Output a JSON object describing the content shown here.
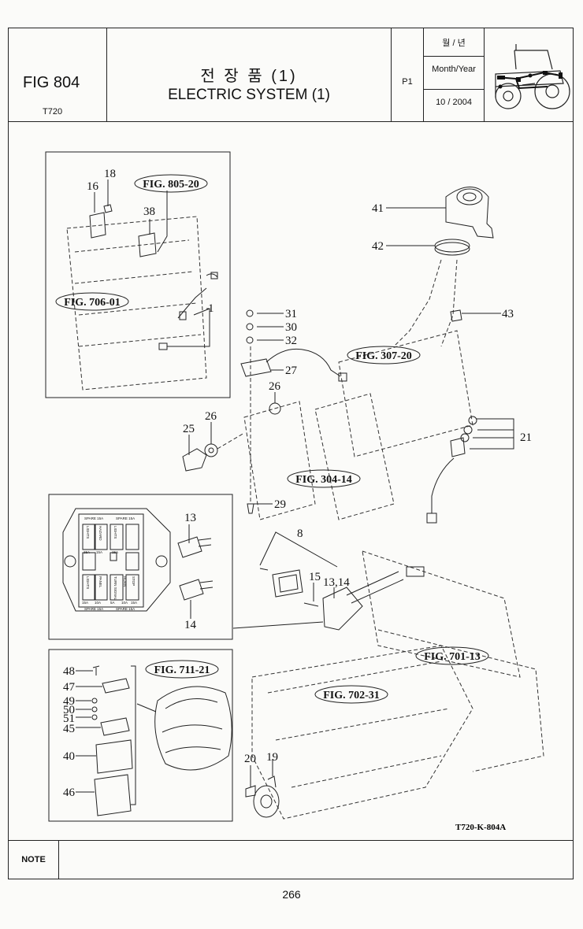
{
  "header": {
    "fig_id": "FIG 804",
    "model": "T720",
    "title_ko": "전 장 품 (1)",
    "title_en": "ELECTRIC SYSTEM (1)",
    "page_label": "P1",
    "month_year_ko": "월 / 년",
    "month_year_en": "Month/Year",
    "date": "10 / 2004"
  },
  "diagram": {
    "fig_refs": [
      "FIG. 805-20",
      "FIG. 706-01",
      "FIG. 307-20",
      "FIG. 304-14",
      "FIG. 711-21",
      "FIG. 701-13",
      "FIG. 702-31"
    ],
    "part_numbers": [
      "18",
      "16",
      "38",
      "1",
      "41",
      "42",
      "43",
      "31",
      "30",
      "32",
      "27",
      "26",
      "26",
      "25",
      "21",
      "29",
      "13",
      "8",
      "15",
      "13,14",
      "14",
      "48",
      "47",
      "49",
      "50",
      "51",
      "45",
      "40",
      "46",
      "20",
      "19"
    ],
    "fuse_box": {
      "top_labels": [
        "SPARE 15A",
        "SPARE 15A"
      ],
      "bottom_labels": [
        "SPARE 15A",
        "SPARE 15A"
      ],
      "col_labels_top": [
        "LIGHTS",
        "HAZARD",
        "LIGHTS"
      ],
      "amps_top": [
        "15A",
        "15A",
        "15A"
      ],
      "col_labels_bottom": [
        "LIGHTS",
        "PANEL",
        "TURN SIGNAL",
        "HORN",
        "STOP"
      ],
      "amps_bottom": [
        "15A",
        "10A",
        "5A",
        "10A",
        "15A"
      ]
    },
    "drawing_code": "T720-K-804A"
  },
  "footer": {
    "note_label": "NOTE",
    "page_number": "266"
  }
}
